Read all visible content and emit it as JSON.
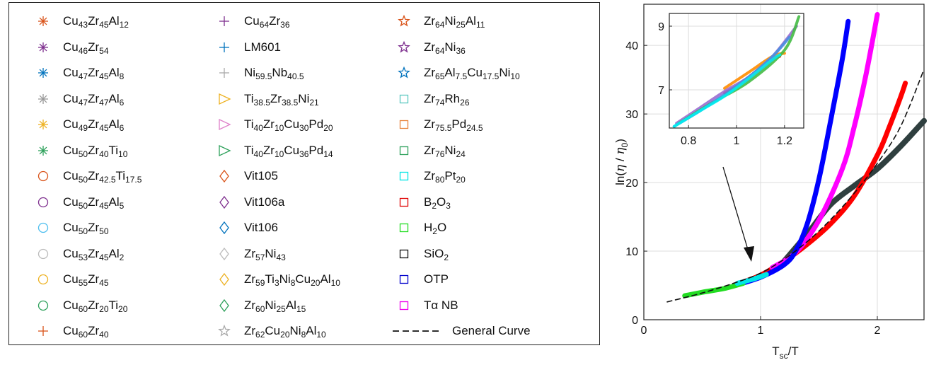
{
  "chart_data": {
    "type": "line",
    "xlabel": "T_sc/T",
    "ylabel": "ln(η / η0)",
    "xlim": [
      0,
      2.4
    ],
    "ylim": [
      0,
      46
    ],
    "xticks": [
      0,
      1,
      2
    ],
    "yticks": [
      0,
      10,
      20,
      30,
      40
    ],
    "grid": true,
    "legend_placement": "outside-left",
    "legend": [
      {
        "label": "Cu43Zr45Al12",
        "marker": "asterisk",
        "color": "#d95319"
      },
      {
        "label": "Cu46Zr54",
        "marker": "asterisk",
        "color": "#7e2f8e"
      },
      {
        "label": "Cu47Zr45Al8",
        "marker": "asterisk",
        "color": "#0072bd"
      },
      {
        "label": "Cu47Zr47Al6",
        "marker": "asterisk",
        "color": "#999999"
      },
      {
        "label": "Cu49Zr45Al6",
        "marker": "asterisk",
        "color": "#edb120"
      },
      {
        "label": "Cu50Zr40Ti10",
        "marker": "asterisk",
        "color": "#2ca05a"
      },
      {
        "label": "Cu50Zr42.5Ti17.5",
        "marker": "circle",
        "color": "#d95319"
      },
      {
        "label": "Cu50Zr45Al5",
        "marker": "circle",
        "color": "#7e2f8e"
      },
      {
        "label": "Cu50Zr50",
        "marker": "circle",
        "color": "#4dbeee"
      },
      {
        "label": "Cu53Zr45Al2",
        "marker": "circle",
        "color": "#bbbbbb"
      },
      {
        "label": "Cu55Zr45",
        "marker": "circle",
        "color": "#edb120"
      },
      {
        "label": "Cu60Zr20Ti20",
        "marker": "circle",
        "color": "#2ca05a"
      },
      {
        "label": "Cu60Zr40",
        "marker": "plus",
        "color": "#d95319"
      },
      {
        "label": "Cu64Zr36",
        "marker": "plus",
        "color": "#7e2f8e"
      },
      {
        "label": "LM601",
        "marker": "plus",
        "color": "#0072bd"
      },
      {
        "label": "Ni59.5Nb40.5",
        "marker": "plus",
        "color": "#aaaaaa"
      },
      {
        "label": "Ti38.5Zr38.5Ni21",
        "marker": "triangle-right",
        "color": "#edb120"
      },
      {
        "label": "Ti40Zr10Cu30Pd20",
        "marker": "triangle-right",
        "color": "#de80c8"
      },
      {
        "label": "Ti40Zr10Cu36Pd14",
        "marker": "triangle-right",
        "color": "#2ca05a"
      },
      {
        "label": "Vit105",
        "marker": "diamond",
        "color": "#d95319"
      },
      {
        "label": "Vit106a",
        "marker": "diamond",
        "color": "#7e2f8e"
      },
      {
        "label": "Vit106",
        "marker": "diamond",
        "color": "#0072bd"
      },
      {
        "label": "Zr57Ni43",
        "marker": "diamond",
        "color": "#bbbbbb"
      },
      {
        "label": "Zr59Ti3Ni8Cu20Al10",
        "marker": "diamond",
        "color": "#edb120"
      },
      {
        "label": "Zr60Ni25Al15",
        "marker": "diamond",
        "color": "#2ca05a"
      },
      {
        "label": "Zr62Cu20Ni8Al10",
        "marker": "pentagram",
        "color": "#aaaaaa"
      },
      {
        "label": "Zr64Ni25Al11",
        "marker": "pentagram",
        "color": "#d95319"
      },
      {
        "label": "Zr64Ni36",
        "marker": "pentagram",
        "color": "#7e2f8e"
      },
      {
        "label": "Zr65Al7.5Cu17.5Ni10",
        "marker": "pentagram",
        "color": "#0072bd"
      },
      {
        "label": "Zr74Rh26",
        "marker": "square",
        "color": "#5cc8c0"
      },
      {
        "label": "Zr75.5Pd24.5",
        "marker": "square",
        "color": "#e8833a"
      },
      {
        "label": "Zr76Ni24",
        "marker": "square",
        "color": "#2ca05a"
      },
      {
        "label": "Zr80Pt20",
        "marker": "square",
        "color": "#00e5e5"
      },
      {
        "label": "B2O3",
        "marker": "square",
        "color": "#e00000"
      },
      {
        "label": "H2O",
        "marker": "square",
        "color": "#22dd22"
      },
      {
        "label": "SiO2",
        "marker": "square",
        "color": "#111111"
      },
      {
        "label": "OTP",
        "marker": "square",
        "color": "#0000cc"
      },
      {
        "label": "Tα NB",
        "marker": "square",
        "color": "#ee00ee"
      },
      {
        "label": "General Curve",
        "marker": "dashed-line",
        "color": "#111111"
      }
    ],
    "series": [
      {
        "name": "General Curve",
        "style": "dashed",
        "color": "#111111",
        "x": [
          0.2,
          0.5,
          0.8,
          1.0,
          1.2,
          1.4,
          1.6,
          1.8,
          2.0,
          2.2,
          2.4
        ],
        "y": [
          2.6,
          3.9,
          5.5,
          6.8,
          8.8,
          11.4,
          14.6,
          18.4,
          22.8,
          28.2,
          36.5
        ]
      },
      {
        "name": "OTP",
        "color": "#0000ff",
        "x": [
          0.78,
          1.0,
          1.2,
          1.3,
          1.4,
          1.5,
          1.6,
          1.7,
          1.75
        ],
        "y": [
          5.0,
          6.2,
          8.0,
          10.0,
          14.0,
          20.5,
          29.0,
          38.0,
          43.5
        ]
      },
      {
        "name": "Tα NB",
        "color": "#ff00ff",
        "x": [
          1.1,
          1.3,
          1.5,
          1.7,
          1.8,
          1.9,
          2.0
        ],
        "y": [
          7.6,
          9.8,
          14.5,
          22.0,
          28.0,
          35.5,
          44.5
        ]
      },
      {
        "name": "B2O3",
        "color": "#ff0000",
        "x": [
          0.85,
          1.0,
          1.2,
          1.4,
          1.6,
          1.8,
          2.0,
          2.1,
          2.2,
          2.24
        ],
        "y": [
          5.5,
          6.5,
          8.5,
          11.0,
          14.0,
          18.0,
          24.0,
          28.0,
          32.5,
          34.5
        ]
      },
      {
        "name": "SiO2",
        "color": "#2f3f3f",
        "x": [
          1.2,
          1.4,
          1.6,
          1.8,
          2.0,
          2.2,
          2.4
        ],
        "y": [
          8.5,
          12.5,
          16.8,
          19.5,
          22.0,
          25.3,
          29.0
        ]
      },
      {
        "name": "H2O",
        "color": "#22dd22",
        "x": [
          0.35,
          0.5,
          0.7,
          0.85
        ],
        "y": [
          3.5,
          4.0,
          4.6,
          5.3
        ]
      },
      {
        "name": "Zr80Pt20",
        "color": "#00e5e5",
        "x": [
          0.8,
          0.95,
          1.05
        ],
        "y": [
          5.3,
          6.0,
          6.6
        ]
      }
    ],
    "inset": {
      "xlim": [
        0.72,
        1.28
      ],
      "ylim": [
        5.8,
        9.4
      ],
      "xticks": [
        0.8,
        1,
        1.2
      ],
      "yticks": [
        7,
        9
      ],
      "series": [
        {
          "name": "Zr59Ti3Ni8Cu20Al10",
          "color": "#ff8c00",
          "x": [
            0.95,
            1.05,
            1.15,
            1.2
          ],
          "y": [
            7.05,
            7.55,
            8.05,
            8.15
          ]
        },
        {
          "name": "Cu50Zr42.5Ti17.5",
          "color": "#ff0000",
          "x": [
            0.95,
            1.05,
            1.15,
            1.18
          ],
          "y": [
            6.9,
            7.35,
            7.95,
            8.05
          ]
        },
        {
          "name": "Cu46Zr54",
          "color": "#9a6bd0",
          "x": [
            0.75,
            0.85,
            0.95,
            1.05,
            1.15,
            1.25
          ],
          "y": [
            5.95,
            6.45,
            6.95,
            7.4,
            8.05,
            9.0
          ]
        },
        {
          "name": "Zr60Ni25Al15",
          "color": "#44bb44",
          "x": [
            0.76,
            0.9,
            1.05,
            1.2,
            1.26
          ],
          "y": [
            5.95,
            6.6,
            7.25,
            8.25,
            9.3
          ]
        },
        {
          "name": "Zr74Rh26",
          "color": "#4a8fe0",
          "x": [
            0.74,
            0.85,
            0.95,
            1.05,
            1.15,
            1.22
          ],
          "y": [
            5.85,
            6.35,
            6.85,
            7.4,
            8.05,
            8.65
          ]
        },
        {
          "name": "Zr80Pt20",
          "color": "#00eeee",
          "x": [
            0.74,
            0.85,
            0.95,
            1.05,
            1.15,
            1.18
          ],
          "y": [
            5.85,
            6.35,
            6.8,
            7.35,
            7.95,
            8.1
          ]
        }
      ]
    }
  }
}
